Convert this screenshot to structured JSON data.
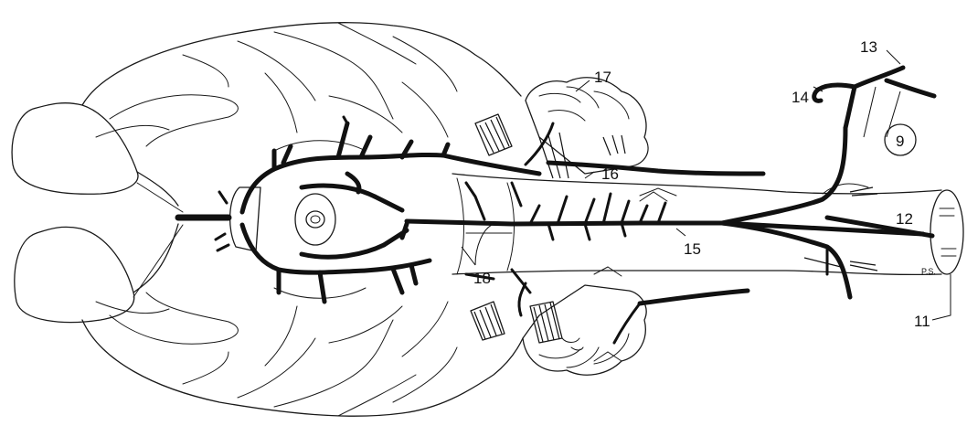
{
  "labels": {
    "l9": "9",
    "l11": "11",
    "l12": "12",
    "l13": "13",
    "l14": "14",
    "l15": "15",
    "l16": "16",
    "l17": "17",
    "l18": "18",
    "ps": "P.S."
  }
}
